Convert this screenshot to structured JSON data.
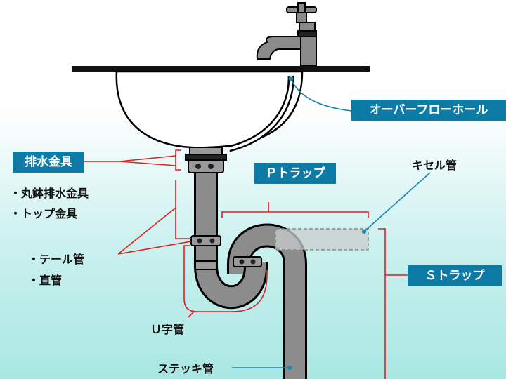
{
  "labels": {
    "overflow_hole": "オーバーフローホール",
    "drain_fitting": "排水金具",
    "drain_sub_1": "・丸鉢排水金具",
    "drain_sub_2": "・トップ金具",
    "p_trap": "Ｐトラップ",
    "s_trap": "Ｓトラップ",
    "kiseru_pipe": "キセル管",
    "tail_1": "・テール管",
    "tail_2": "・直管",
    "u_pipe": "Ｕ字管",
    "stick_pipe": "ステッキ管"
  },
  "colors": {
    "label_bg": "#0e7aa6",
    "bracket": "#e02020",
    "leader": "#1a86b0",
    "pipe": "#8c8c8c"
  }
}
